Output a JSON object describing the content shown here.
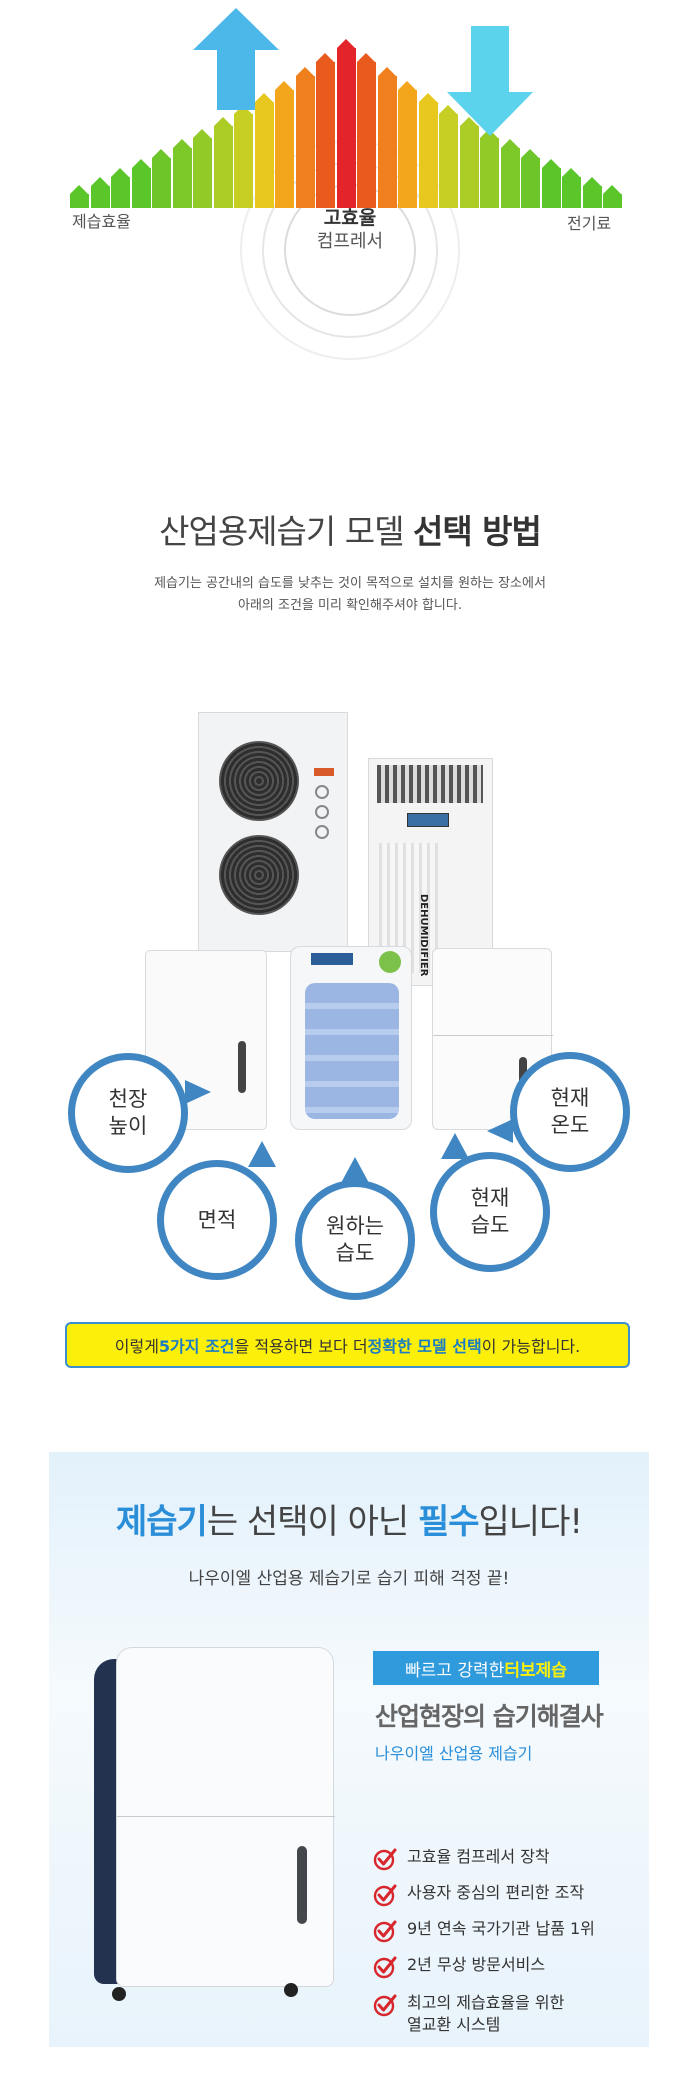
{
  "efficiency": {
    "left_label": "제습효율",
    "right_label": "전기료",
    "center_line1": "고효율",
    "center_line2": "컴프레서"
  },
  "selection": {
    "title_normal": "산업용제습기 모델 ",
    "title_bold": "선택 방법",
    "desc_line1": "제습기는 공간내의 습도를 낮추는 것이 목적으로 설치를 원하는 장소에서",
    "desc_line2": "아래의 조건을 미리 확인해주셔야 합니다.",
    "device_label": "DEHUMIDIFIER",
    "conditions": [
      {
        "lines": [
          "천장",
          "높이"
        ]
      },
      {
        "lines": [
          "면적"
        ]
      },
      {
        "lines": [
          "원하는",
          "습도"
        ]
      },
      {
        "lines": [
          "현재",
          "습도"
        ]
      },
      {
        "lines": [
          "현재",
          "온도"
        ]
      }
    ],
    "note_pre": "이렇게 ",
    "note_hl1": "5가지 조건",
    "note_mid": "을 적용하면 보다 더 ",
    "note_hl2": "정확한 모델 선택",
    "note_post": "이 가능합니다."
  },
  "essential": {
    "title_hl1": "제습기",
    "title_mid": "는 선택이 아닌 ",
    "title_hl2": "필수",
    "title_post": "입니다!",
    "subtitle": "나우이엘 산업용 제습기로 습기 피해 걱정 끝!",
    "turbo_pre": "빠르고 강력한 ",
    "turbo_hl": "터보제습",
    "headline": "산업현장의 습기해결사",
    "subhead": "나우이엘 산업용 제습기",
    "features": [
      "고효율 컴프레서 장착",
      "사용자 중심의 편리한 조작",
      "9년 연속 국가기관 납품 1위",
      "2년 무상 방문서비스",
      "최고의 제습효율을 위한",
      "열교환 시스템"
    ]
  },
  "colors": {
    "accent_blue": "#2a8ed8",
    "bubble_border": "#3f86c2",
    "note_bg": "#fcef0a",
    "arrow_up": "#4cb8ea",
    "arrow_down": "#5cd3ec"
  }
}
